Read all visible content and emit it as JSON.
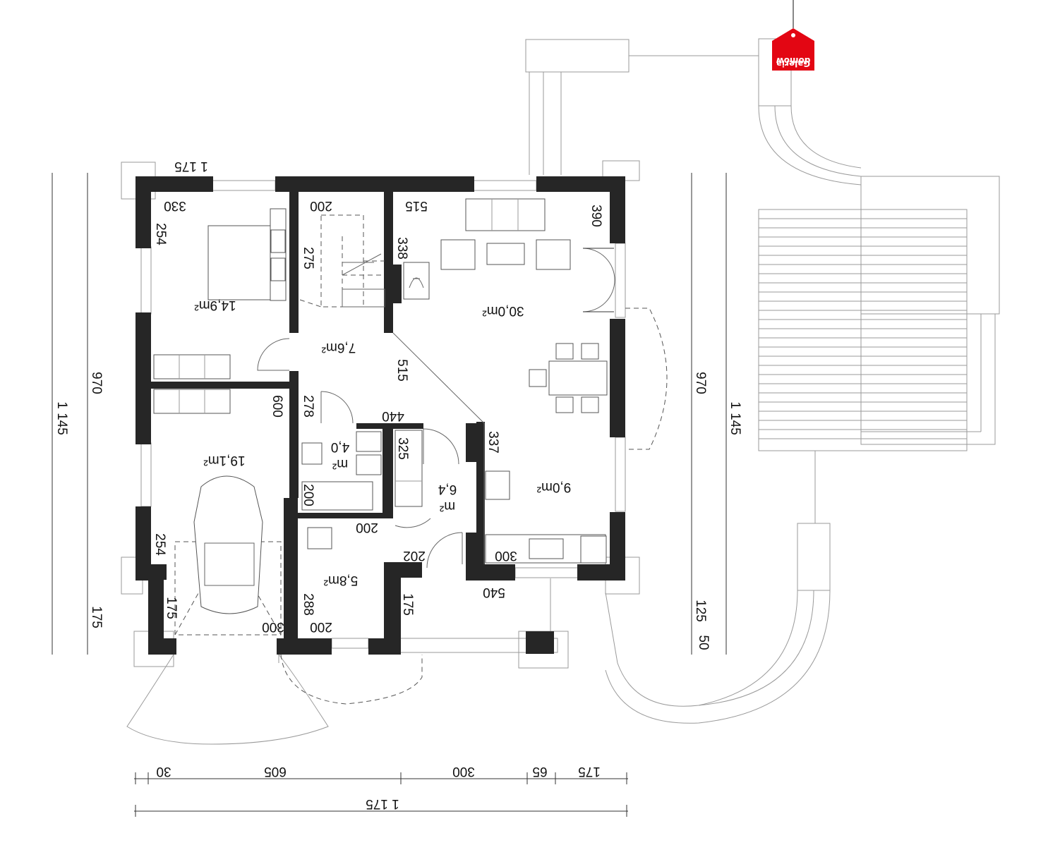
{
  "logo": {
    "line1": "Galeria",
    "line2": "domów",
    "color": "#e30613"
  },
  "rooms": {
    "bedroom": "14,9m²",
    "stairs_hall": "7,6m²",
    "living": "30,0m²",
    "garage": "19,1m²",
    "bathroom_a": "4,0",
    "bathroom_b": "m²",
    "hall_a": "6,4",
    "hall_b": "m²",
    "kitchen": "9,0m²",
    "utility": "5,8m²"
  },
  "dimensions": {
    "top_1175": "1 175",
    "bed_330": "330",
    "bed_254": "254",
    "stairs_200": "200",
    "stairs_275": "275",
    "living_515": "515",
    "living_338": "338",
    "living_390": "390",
    "hall_515": "515",
    "hall_278": "278",
    "wall_440": "440",
    "bath_325": "325",
    "bath_200": "200",
    "kitchen_337": "337",
    "garage_600": "600",
    "garage_254": "254",
    "garage_175": "175",
    "garage_300": "300",
    "hall_200": "200",
    "hall_202": "202",
    "kitchen_300": "300",
    "entry_540": "540",
    "util_288": "288",
    "util_200": "200",
    "entry_175": "175",
    "left_1145": "1 145",
    "left_970": "970",
    "left_175": "175",
    "right_970": "970",
    "right_1145": "1 145",
    "right_125": "125",
    "right_50": "50",
    "bottom_30": "30",
    "bottom_605": "605",
    "bottom_300": "300",
    "bottom_65": "65",
    "bottom_175": "175",
    "bottom_1175": "1 175"
  }
}
